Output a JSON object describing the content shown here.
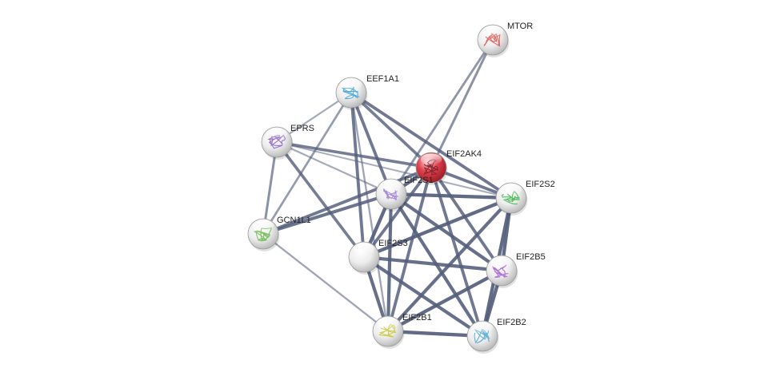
{
  "network": {
    "query_color": "#e23a44",
    "node_color": "#efefef",
    "edge_color": "#545e7c",
    "nodes": [
      {
        "id": "MTOR",
        "label": "MTOR",
        "query": false,
        "structure_color": "#d9534f"
      },
      {
        "id": "EEF1A1",
        "label": "EEF1A1",
        "query": false,
        "structure_color": "#3aa0d8"
      },
      {
        "id": "EPRS",
        "label": "EPRS",
        "query": false,
        "structure_color": "#8a5cc4"
      },
      {
        "id": "EIF2AK4",
        "label": "EIF2AK4",
        "query": true,
        "structure_color": "#7a1f2a"
      },
      {
        "id": "EIF2S1",
        "label": "EIF2S1",
        "query": false,
        "structure_color": "#9b7ad8"
      },
      {
        "id": "EIF2S2",
        "label": "EIF2S2",
        "query": false,
        "structure_color": "#3cb54a"
      },
      {
        "id": "GCN1L1",
        "label": "GCN1L1",
        "query": false,
        "structure_color": "#6ab84c"
      },
      {
        "id": "EIF2S3",
        "label": "EIF2S3",
        "query": false,
        "structure_color": "#cccccc"
      },
      {
        "id": "EIF2B5",
        "label": "EIF2B5",
        "query": false,
        "structure_color": "#a35ad0"
      },
      {
        "id": "EIF2B1",
        "label": "EIF2B1",
        "query": false,
        "structure_color": "#c9c83a"
      },
      {
        "id": "EIF2B2",
        "label": "EIF2B2",
        "query": false,
        "structure_color": "#4aa6d8"
      }
    ],
    "edges": [
      {
        "source": "MTOR",
        "target": "EIF2AK4",
        "confidence": 0.55
      },
      {
        "source": "MTOR",
        "target": "EIF2S1",
        "confidence": 0.5
      },
      {
        "source": "EEF1A1",
        "target": "EPRS",
        "confidence": 0.3
      },
      {
        "source": "EEF1A1",
        "target": "EIF2AK4",
        "confidence": 0.75
      },
      {
        "source": "EEF1A1",
        "target": "EIF2S1",
        "confidence": 0.8
      },
      {
        "source": "EEF1A1",
        "target": "EIF2S2",
        "confidence": 0.8
      },
      {
        "source": "EEF1A1",
        "target": "EIF2S3",
        "confidence": 0.8
      },
      {
        "source": "EEF1A1",
        "target": "GCN1L1",
        "confidence": 0.45
      },
      {
        "source": "EEF1A1",
        "target": "EIF2B1",
        "confidence": 0.35
      },
      {
        "source": "EPRS",
        "target": "EIF2AK4",
        "confidence": 0.75
      },
      {
        "source": "EPRS",
        "target": "EIF2S1",
        "confidence": 0.3
      },
      {
        "source": "EPRS",
        "target": "EIF2S2",
        "confidence": 0.25
      },
      {
        "source": "EPRS",
        "target": "EIF2S3",
        "confidence": 0.75
      },
      {
        "source": "EPRS",
        "target": "GCN1L1",
        "confidence": 0.55
      },
      {
        "source": "EIF2AK4",
        "target": "EIF2S1",
        "confidence": 0.95
      },
      {
        "source": "EIF2AK4",
        "target": "EIF2S2",
        "confidence": 0.8
      },
      {
        "source": "EIF2AK4",
        "target": "GCN1L1",
        "confidence": 0.8
      },
      {
        "source": "EIF2AK4",
        "target": "EIF2S3",
        "confidence": 0.8
      },
      {
        "source": "EIF2AK4",
        "target": "EIF2B5",
        "confidence": 0.8
      },
      {
        "source": "EIF2AK4",
        "target": "EIF2B1",
        "confidence": 0.8
      },
      {
        "source": "EIF2AK4",
        "target": "EIF2B2",
        "confidence": 0.8
      },
      {
        "source": "EIF2S1",
        "target": "EIF2S2",
        "confidence": 0.95
      },
      {
        "source": "EIF2S1",
        "target": "GCN1L1",
        "confidence": 0.85
      },
      {
        "source": "EIF2S1",
        "target": "EIF2S3",
        "confidence": 0.95
      },
      {
        "source": "EIF2S1",
        "target": "EIF2B5",
        "confidence": 0.9
      },
      {
        "source": "EIF2S1",
        "target": "EIF2B1",
        "confidence": 0.9
      },
      {
        "source": "EIF2S1",
        "target": "EIF2B2",
        "confidence": 0.9
      },
      {
        "source": "EIF2S2",
        "target": "EIF2S3",
        "confidence": 0.95
      },
      {
        "source": "EIF2S2",
        "target": "EIF2B5",
        "confidence": 0.95
      },
      {
        "source": "EIF2S2",
        "target": "EIF2B1",
        "confidence": 0.9
      },
      {
        "source": "EIF2S2",
        "target": "EIF2B2",
        "confidence": 0.95
      },
      {
        "source": "GCN1L1",
        "target": "EIF2B1",
        "confidence": 0.35
      },
      {
        "source": "EIF2S3",
        "target": "EIF2B5",
        "confidence": 0.9
      },
      {
        "source": "EIF2S3",
        "target": "EIF2B1",
        "confidence": 0.9
      },
      {
        "source": "EIF2S3",
        "target": "EIF2B2",
        "confidence": 0.9
      },
      {
        "source": "EIF2B5",
        "target": "EIF2B1",
        "confidence": 0.95
      },
      {
        "source": "EIF2B5",
        "target": "EIF2B2",
        "confidence": 0.95
      },
      {
        "source": "EIF2B1",
        "target": "EIF2B2",
        "confidence": 0.95
      }
    ]
  }
}
